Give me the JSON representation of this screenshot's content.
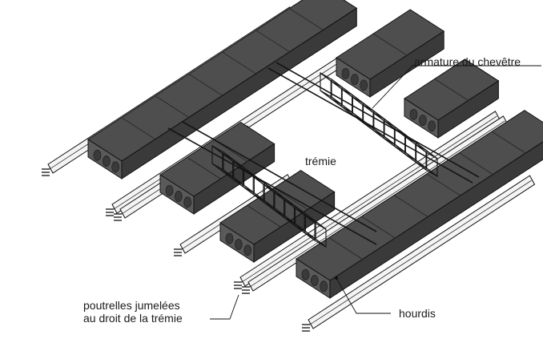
{
  "labels": {
    "armature": "armature du chevêtre",
    "tremie": "trémie",
    "poutrelles_line1": "poutrelles jumelées",
    "poutrelles_line2": "au droit de la trémie",
    "hourdis": "hourdis"
  },
  "colors": {
    "block_top": "#4e4e4e",
    "block_side": "#3a3a3a",
    "block_face": "#5a5a5a",
    "joist": "#f4f4f4",
    "outline": "#111111",
    "rebar": "#151515",
    "background": "#ffffff"
  }
}
